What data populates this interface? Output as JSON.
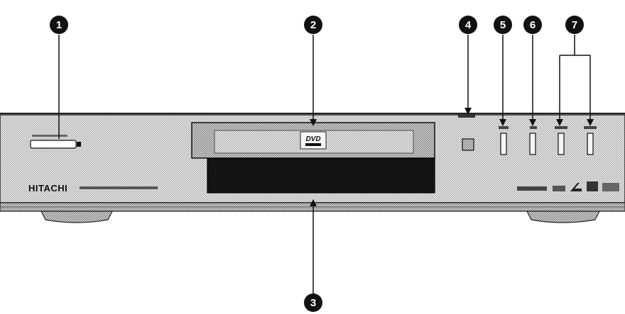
{
  "callouts": [
    "1",
    "2",
    "3",
    "4",
    "5",
    "6",
    "7"
  ],
  "brand": "HITACHI",
  "dvd_logo": "DVD"
}
